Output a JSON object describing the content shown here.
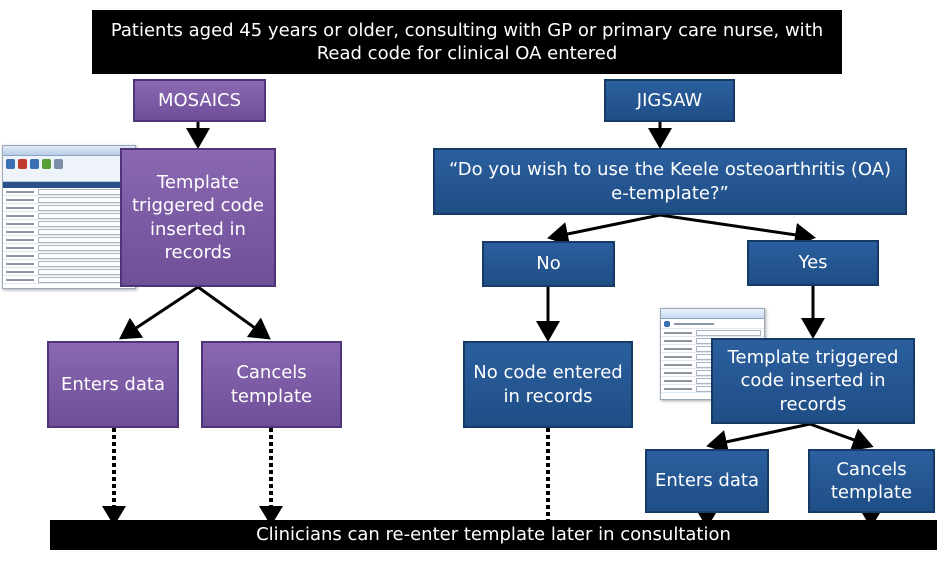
{
  "colors": {
    "black_box": "#000000",
    "purple_box": "#7b5ca6",
    "blue_box": "#235592",
    "text": "#ffffff",
    "arrow": "#000000"
  },
  "header": {
    "text": "Patients aged 45 years or older, consulting with GP or primary care nurse, with\nRead code for clinical OA entered"
  },
  "mosaics": {
    "label": "MOSAICS",
    "template_box": "Template\ntriggered code\ninserted in\nrecords",
    "enters_data": "Enters data",
    "cancels_template": "Cancels\ntemplate"
  },
  "jigsaw": {
    "label": "JIGSAW",
    "question": "“Do you wish to use the Keele osteoarthritis (OA)\ne-template?”",
    "no": "No",
    "yes": "Yes",
    "no_code": "No code entered\nin records",
    "template_box": "Template triggered\ncode inserted in\nrecords",
    "enters_data": "Enters data",
    "cancels_template": "Cancels\ntemplate"
  },
  "footer": {
    "text": "Clinicians can re-enter template later in consultation"
  },
  "screenshots": {
    "left_icon": "emis-template-screenshot",
    "right_icon": "template-window-screenshot"
  }
}
